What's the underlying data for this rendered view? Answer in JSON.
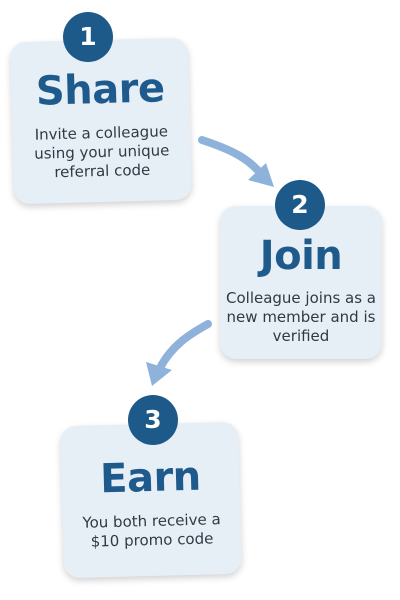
{
  "steps": [
    {
      "number": "1",
      "title": "Share",
      "description": "Invite a colleague using your unique referral code"
    },
    {
      "number": "2",
      "title": "Join",
      "description": "Colleague joins as a new member and is verified"
    },
    {
      "number": "3",
      "title": "Earn",
      "description": "You both receive a $10 promo code"
    }
  ],
  "colors": {
    "badge": "#1d5a8a",
    "title": "#1f5a8c",
    "card_background": "#e6eef6",
    "arrow": "#8fb2da"
  }
}
